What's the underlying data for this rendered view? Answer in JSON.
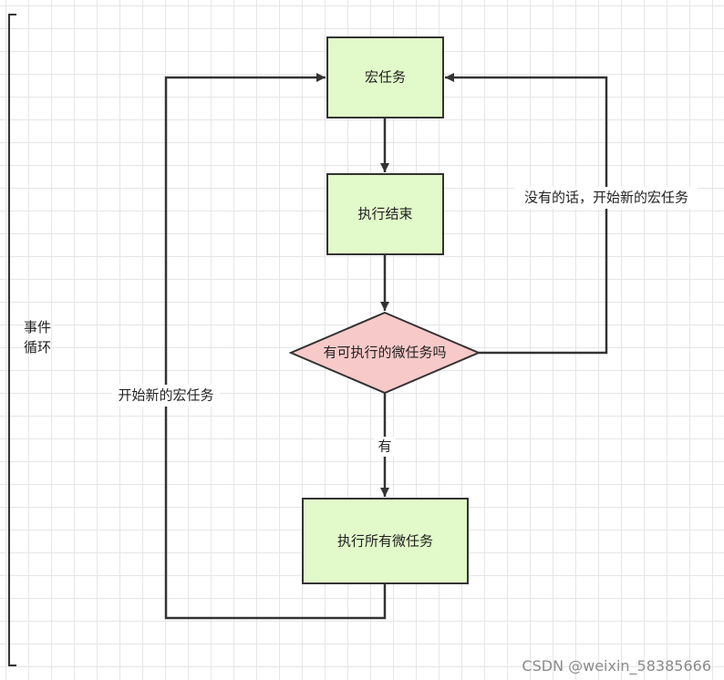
{
  "nodes": {
    "macro_task": "宏任务",
    "execution_end": "执行结束",
    "micro_check": "有可执行的微任务吗",
    "run_micro": "执行所有微任务"
  },
  "edges": {
    "no_label": "没有的话，开始新的宏任务",
    "yes_label": "有",
    "loop_back_label": "开始新的宏任务"
  },
  "bracket_label": "事件循环",
  "watermark": "CSDN @weixin_58385666",
  "colors": {
    "process_fill": "#e2f9c9",
    "decision_fill": "#f8c9c9",
    "stroke": "#333333",
    "grid": "#e6e6e6"
  }
}
